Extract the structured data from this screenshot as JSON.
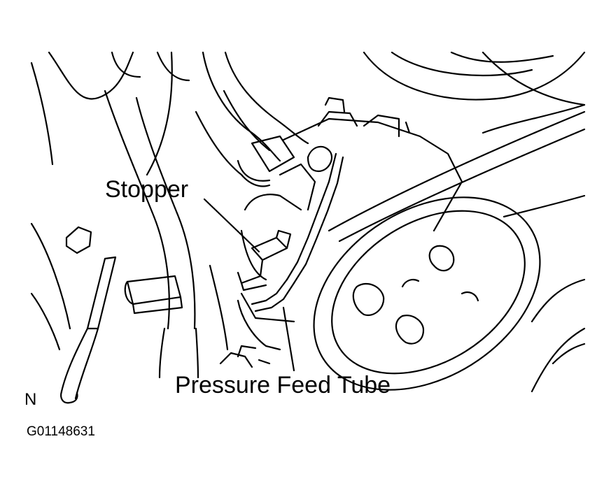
{
  "figure": {
    "labels": {
      "stopper": "Stopper",
      "pressure_feed_tube": "Pressure Feed Tube",
      "corner_mark": "N",
      "figure_code": "G01148631"
    }
  }
}
